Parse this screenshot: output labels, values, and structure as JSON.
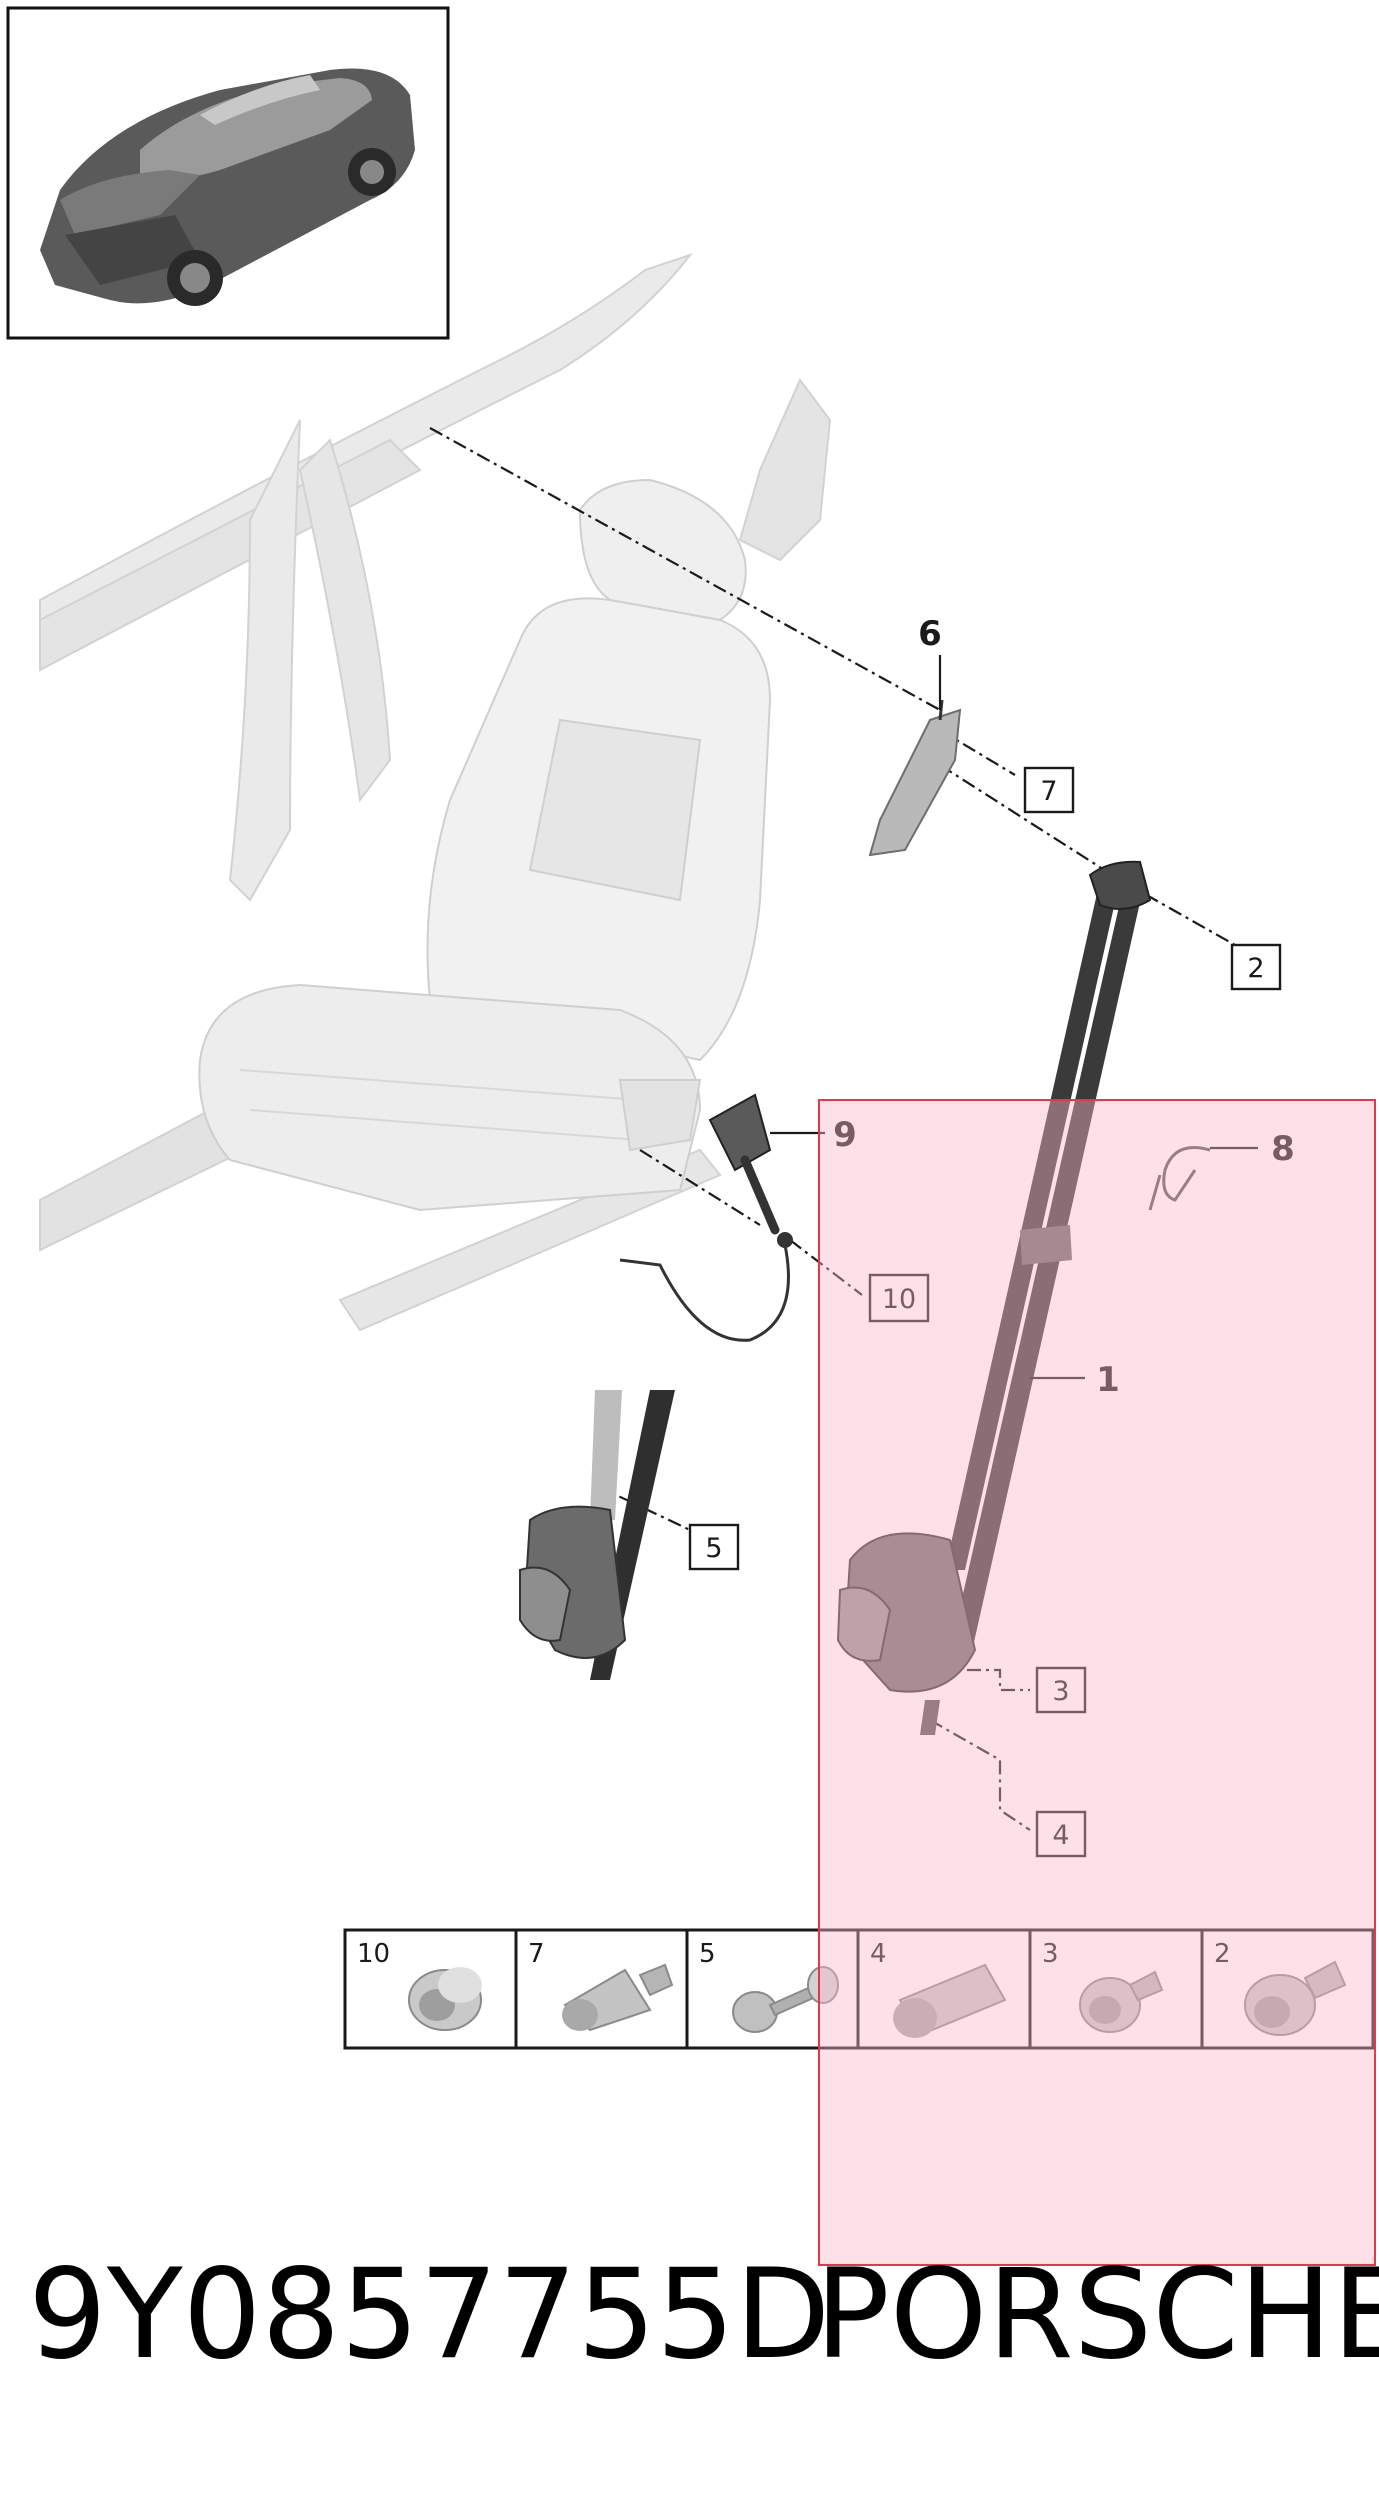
{
  "callouts": [
    {
      "id": "1",
      "label": "1",
      "style": "bold"
    },
    {
      "id": "2",
      "label": "2",
      "style": "boxed"
    },
    {
      "id": "3",
      "label": "3",
      "style": "boxed"
    },
    {
      "id": "4",
      "label": "4",
      "style": "boxed"
    },
    {
      "id": "5",
      "label": "5",
      "style": "boxed"
    },
    {
      "id": "6",
      "label": "6",
      "style": "bold"
    },
    {
      "id": "7",
      "label": "7",
      "style": "boxed"
    },
    {
      "id": "8",
      "label": "8",
      "style": "bold"
    },
    {
      "id": "9",
      "label": "9",
      "style": "bold"
    },
    {
      "id": "10",
      "label": "10",
      "style": "boxed"
    }
  ],
  "fastener_table": {
    "cells": [
      {
        "label": "10",
        "icon": "flanged-nut-icon"
      },
      {
        "label": "7",
        "icon": "shoulder-bolt-icon"
      },
      {
        "label": "5",
        "icon": "rivet-pin-icon"
      },
      {
        "label": "4",
        "icon": "long-bolt-icon"
      },
      {
        "label": "3",
        "icon": "shoulder-bolt-short-icon"
      },
      {
        "label": "2",
        "icon": "torx-bolt-icon"
      }
    ]
  },
  "footer": {
    "part_number": "9Y0857755D",
    "brand": "PORSCHE"
  },
  "colors": {
    "highlight_fill": "#fde3ea",
    "highlight_stroke": "#e03a4a",
    "belt": "#3a3a3a",
    "seat": "#efefef",
    "body_structure": "#e9e9e9",
    "line": "#1a1a1a"
  }
}
